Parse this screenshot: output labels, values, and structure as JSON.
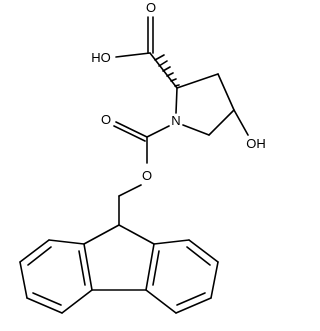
{
  "molecule": {
    "atom_labels": {
      "carbonyl_oxygen_top": "O",
      "acid_hydroxyl": "HO",
      "ring_nitrogen": "N",
      "ring_hydroxyl": "OH",
      "carbamate_carbonyl_oxygen": "O",
      "carbamate_ester_oxygen": "O"
    }
  }
}
